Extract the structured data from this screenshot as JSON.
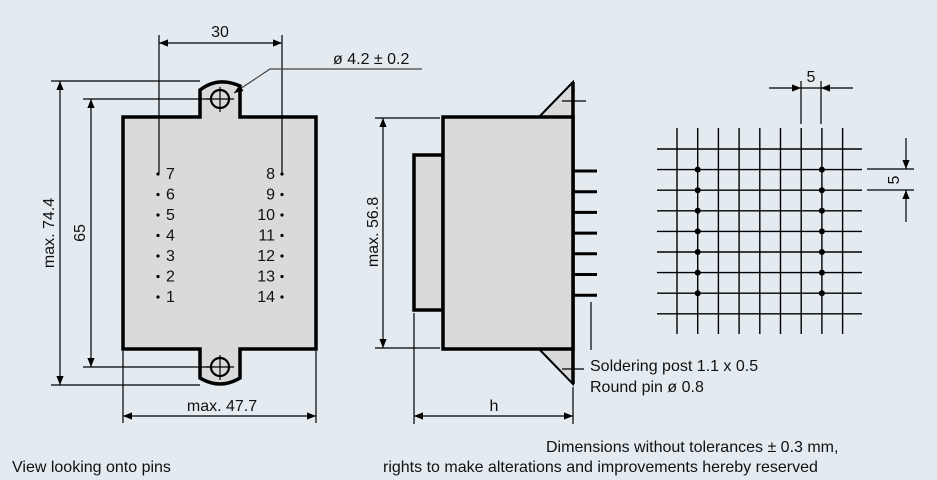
{
  "colors": {
    "background": "#e3eaf0",
    "body_fill": "#d9dadb",
    "line": "#000000"
  },
  "front_view": {
    "pin_spacing_label": "30",
    "hole_label": "ø 4.2 ± 0.2",
    "overall_height_label": "max. 74.4",
    "hole_pitch_label": "65",
    "width_label": "max. 47.7",
    "left_pins": [
      "7",
      "6",
      "5",
      "4",
      "3",
      "2",
      "1"
    ],
    "right_pins": [
      "8",
      "9",
      "10",
      "11",
      "12",
      "13",
      "14"
    ],
    "caption": "View looking onto pins"
  },
  "side_view": {
    "height_label": "max. 56.8",
    "depth_label": "h",
    "pin_note_1": "Soldering post 1.1 x 0.5",
    "pin_note_2": "Round pin ø 0.8",
    "pin_count": 7
  },
  "grid_view": {
    "horizontal_pitch_label": "5",
    "vertical_pitch_label": "5",
    "columns": 9,
    "rows": 9,
    "pin_columns": [
      1,
      7
    ],
    "pin_rows": [
      1,
      2,
      3,
      4,
      5,
      6,
      7
    ]
  },
  "footer": {
    "tolerance_note": "Dimensions without tolerances ± 0.3 mm,",
    "rights_note": "rights to make alterations and improvements hereby reserved"
  }
}
